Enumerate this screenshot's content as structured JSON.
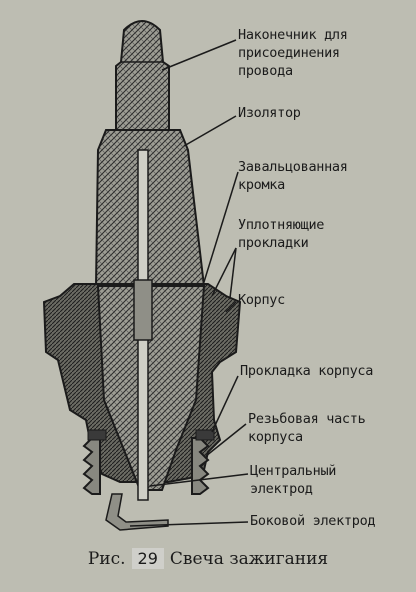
{
  "labels": {
    "terminal": "Наконечник для\nприсоединения\nпровода",
    "insulator": "Изолятор",
    "crimped_edge": "Завальцованная\nкромка",
    "sealing_gaskets": "Уплотняющие\nпрокладки",
    "body": "Корпус",
    "body_gasket": "Прокладка корпуса",
    "threaded_part": "Резьбовая часть\nкорпуса",
    "center_electrode": "Центральный\nэлектрод",
    "side_electrode": "Боковой электрод"
  },
  "caption": {
    "prefix": "Рис.",
    "number": "29",
    "title": "Свеча зажигания"
  },
  "colors": {
    "background": "#bdbdb2",
    "ink": "#1b1b1b"
  }
}
